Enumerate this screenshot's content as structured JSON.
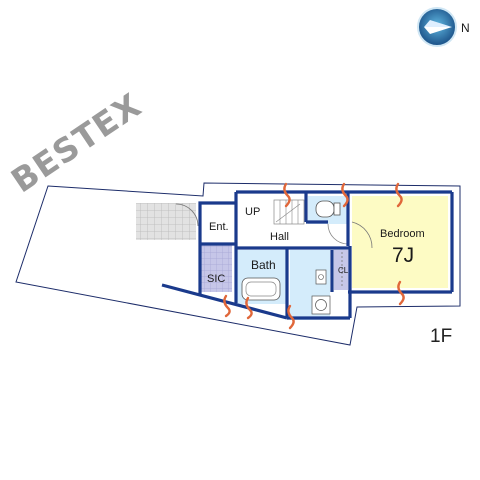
{
  "watermark": "BESTEX",
  "compass": {
    "letter": "N",
    "icon": "compass-icon"
  },
  "floor_label": "1F",
  "rooms": {
    "entrance": "Ent.",
    "up": "UP",
    "hall": "Hall",
    "sic": "SIC",
    "bath": "Bath",
    "cl": "CL",
    "bedroom": "Bedroom",
    "bedroom_size": "7J"
  },
  "colors": {
    "wall": "#1a3a8c",
    "bedroom": "#fdfbc4",
    "bath": "#d4ecfb",
    "sic": "#c6c6e8",
    "tile": "#d2d2d2",
    "window_arrow": "#e0673a"
  }
}
